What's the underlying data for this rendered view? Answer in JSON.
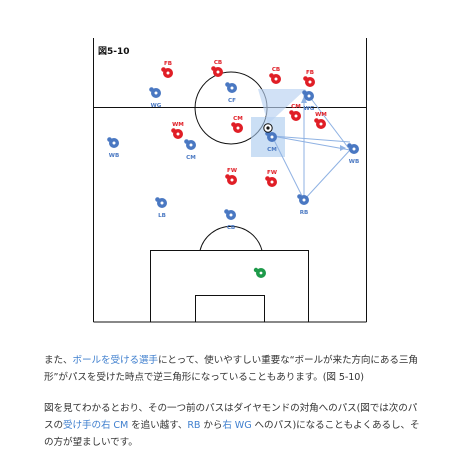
{
  "figure": {
    "title": "図5-10",
    "colors": {
      "red_team": "#e01e26",
      "blue_team": "#4a78c2",
      "keeper": "#1e9a4a",
      "pass_line": "#8fb2e3",
      "triangle_fill": "#b8d1f1",
      "highlight_box": "#a9c9ee",
      "field_line": "#111111"
    },
    "red_players": [
      {
        "label": "FB"
      },
      {
        "label": "CB"
      },
      {
        "label": "CB"
      },
      {
        "label": "FB"
      },
      {
        "label": "WM"
      },
      {
        "label": "CM"
      },
      {
        "label": "CM"
      },
      {
        "label": "WM"
      },
      {
        "label": "FW"
      },
      {
        "label": "FW"
      }
    ],
    "blue_players": [
      {
        "label": "WG"
      },
      {
        "label": "CF"
      },
      {
        "label": "WG"
      },
      {
        "label": "WB"
      },
      {
        "label": "CM"
      },
      {
        "label": "CM"
      },
      {
        "label": "WB"
      },
      {
        "label": "LB"
      },
      {
        "label": "CB"
      },
      {
        "label": "RB"
      }
    ],
    "ball_icon": "soccer-ball-icon",
    "keeper_icon": "goalkeeper-icon"
  },
  "text": {
    "p1": {
      "t1": "また、",
      "h1": "ボールを受ける選手",
      "t2": "にとって、使いやすしい重要な“ボールが来た方向にある三角形”がパスを受けた時点で逆三角形になっていることもあります。(図 5-10)"
    },
    "p2": {
      "t1": "図を見てわかるとおり、その一つ前のパスはダイヤモンドの対角へのパス(図では次のパスの",
      "h1": "受け手の右 CM",
      "t2": " を追い越す、",
      "h2": "RB",
      "t3": " から",
      "h3": "右 WG",
      "t4": " へのパス)になることもよくあるし、その方が望ましいです。"
    }
  }
}
